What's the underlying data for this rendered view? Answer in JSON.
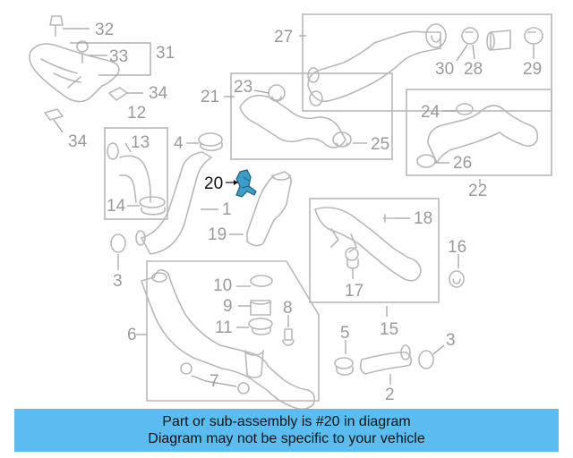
{
  "callouts": {
    "c1": "1",
    "c2": "2",
    "c3a": "3",
    "c3b": "3",
    "c4": "4",
    "c5": "5",
    "c6": "6",
    "c7": "7",
    "c8": "8",
    "c9": "9",
    "c10": "10",
    "c11": "11",
    "c12": "12",
    "c13": "13",
    "c14": "14",
    "c15": "15",
    "c16": "16",
    "c17": "17",
    "c18": "18",
    "c19": "19",
    "c20": "20",
    "c21": "21",
    "c22": "22",
    "c23": "23",
    "c24": "24",
    "c25": "25",
    "c26": "26",
    "c27": "27",
    "c28": "28",
    "c29": "29",
    "c30": "30",
    "c31": "31",
    "c32": "32",
    "c33": "33",
    "c34a": "34",
    "c34b": "34"
  },
  "highlight": {
    "part": "20",
    "color": "#3a9ec9"
  },
  "banner": {
    "line1": "Part or sub-assembly is #20 in diagram",
    "line2": "Diagram may not be specific to your vehicle",
    "color": "#5bbcf0"
  }
}
